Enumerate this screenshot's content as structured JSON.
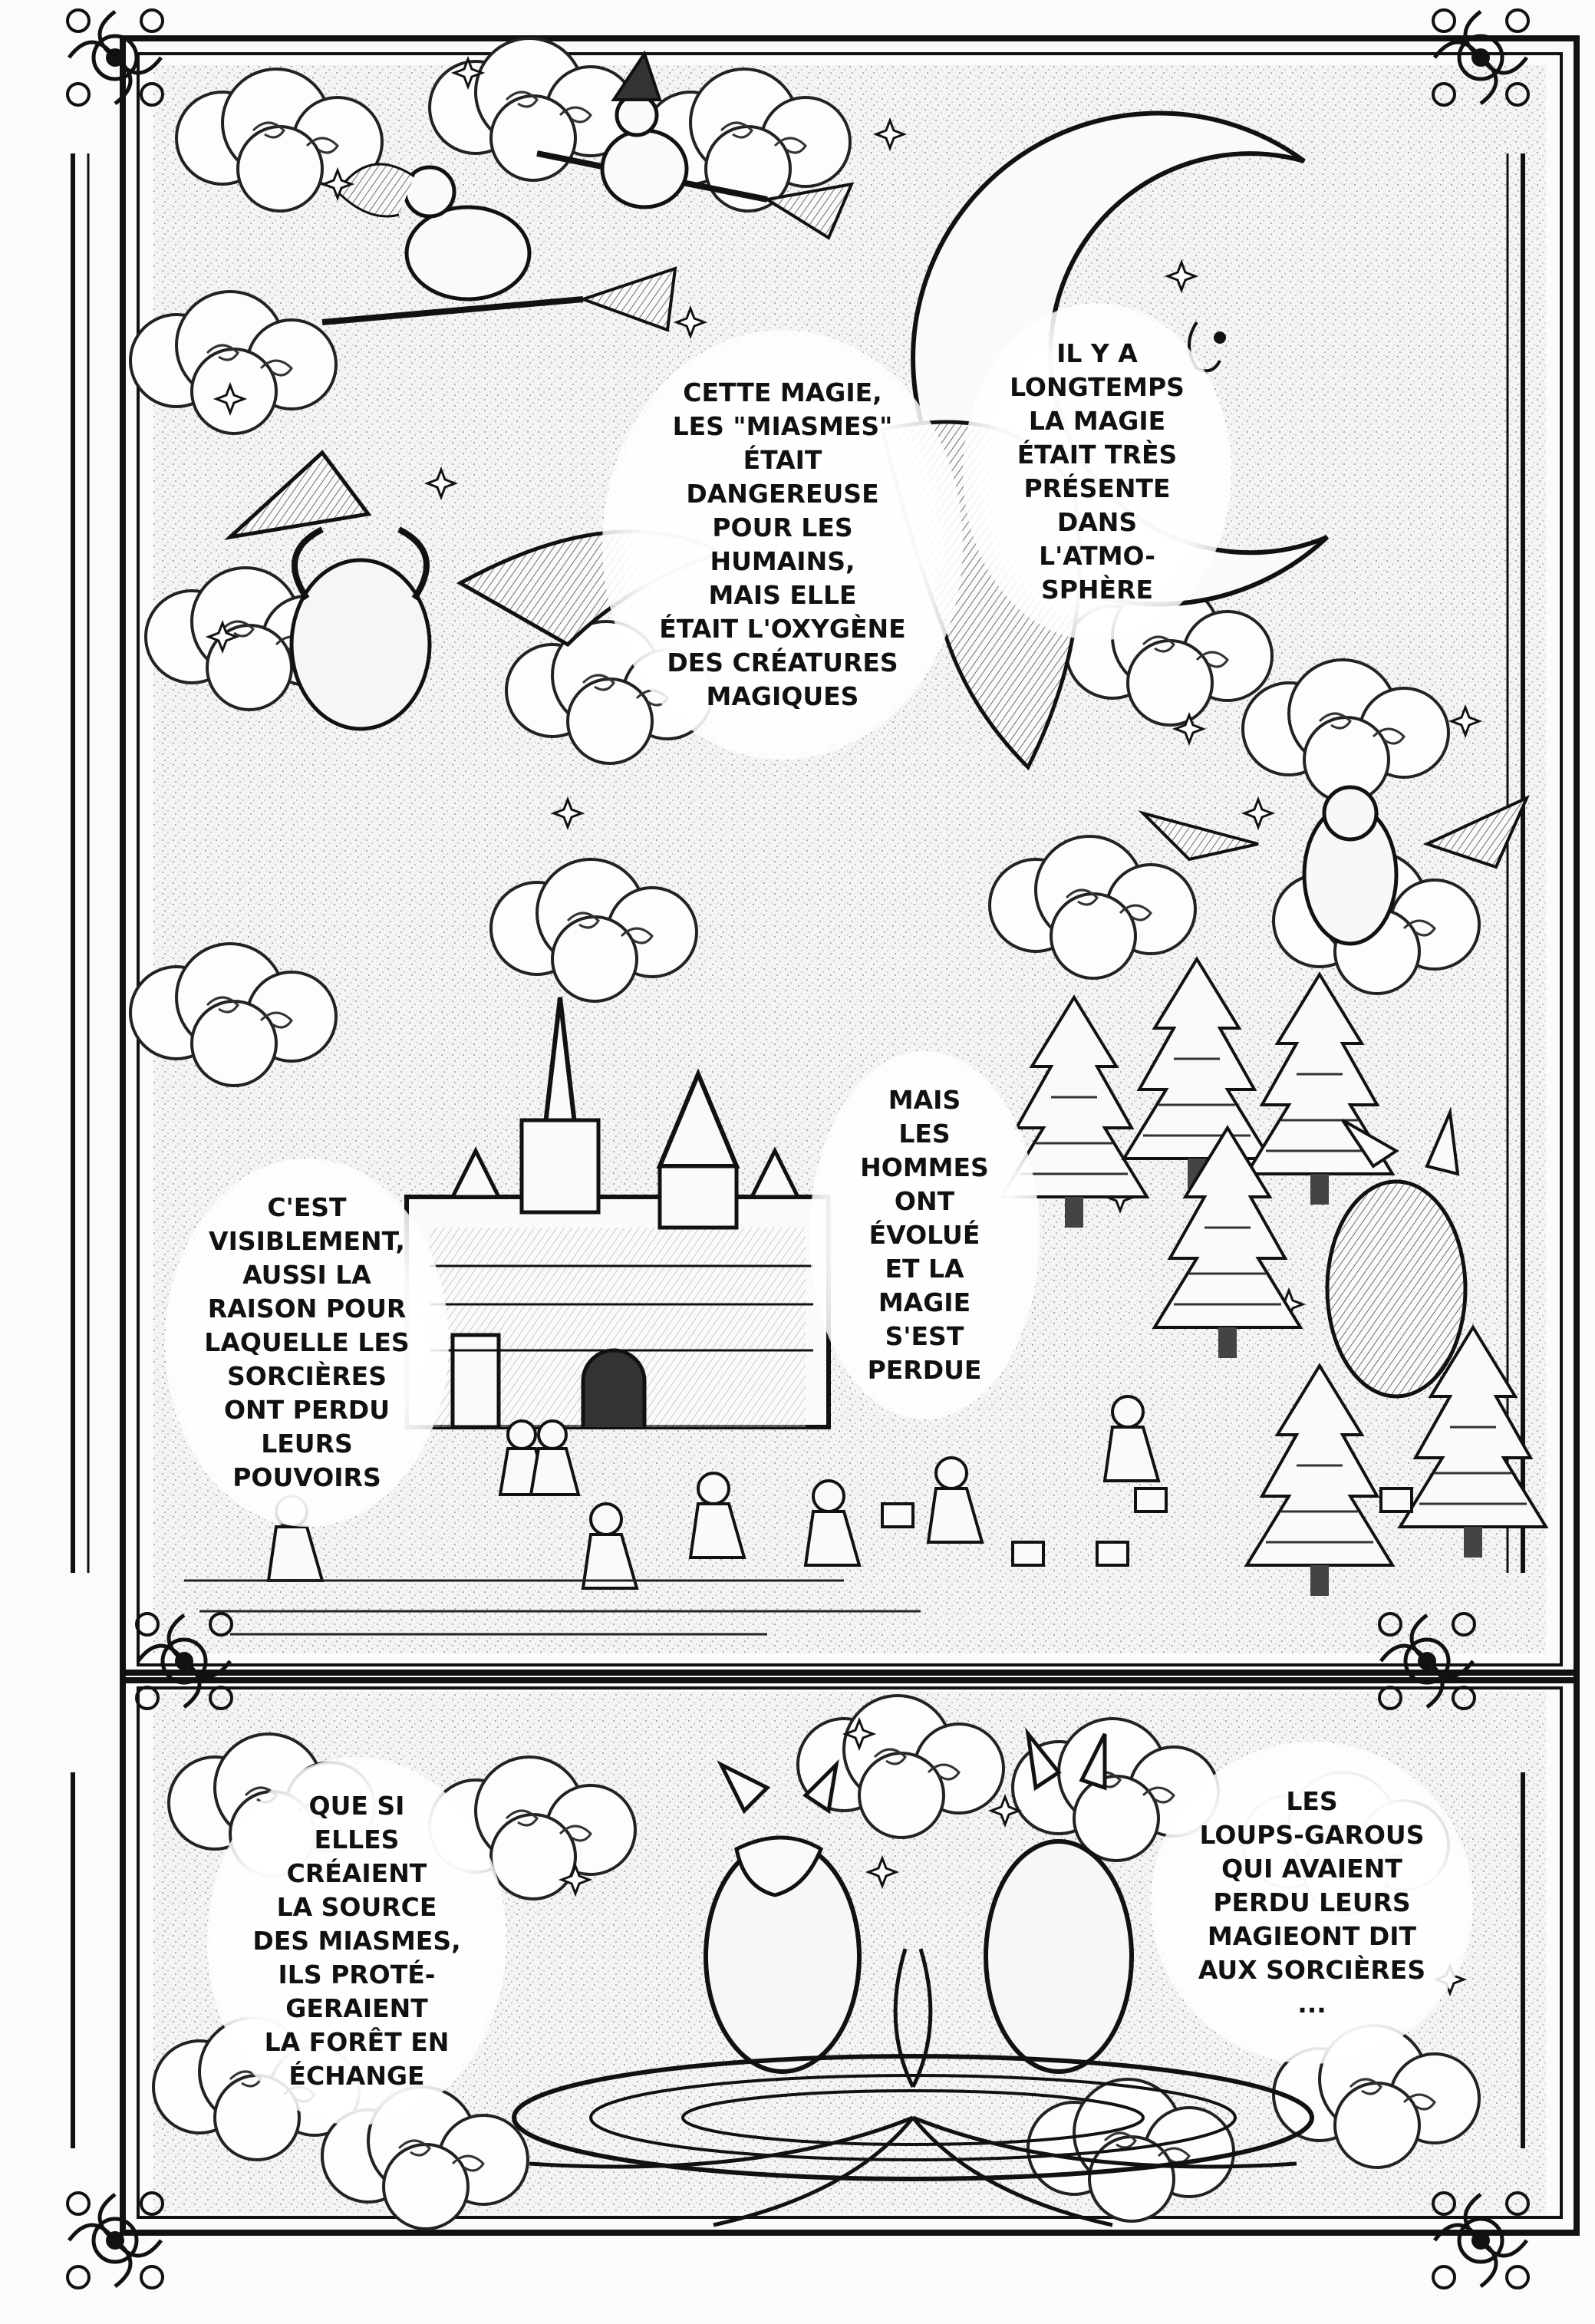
{
  "panel1": {
    "bubble_left": {
      "lines": [
        "CETTE MAGIE,",
        "LES \"MIASMES\"",
        "ÉTAIT",
        "DANGEREUSE",
        "POUR LES",
        "HUMAINS,",
        "MAIS ELLE",
        "ÉTAIT L'OXYGÈNE",
        "DES CRÉATURES",
        "MAGIQUES"
      ]
    },
    "bubble_right": {
      "lines": [
        "IL Y A",
        "LONGTEMPS",
        "LA MAGIE",
        "ÉTAIT TRÈS",
        "PRÉSENTE",
        "DANS",
        "L'ATMO-",
        "SPHÈRE"
      ]
    },
    "bubble_left_lower": {
      "lines": [
        "C'EST",
        "VISIBLEMENT,",
        "AUSSI LA",
        "RAISON POUR",
        "LAQUELLE LES",
        "SORCIÈRES",
        "ONT PERDU",
        "LEURS",
        "POUVOIRS"
      ]
    },
    "bubble_center_lower": {
      "lines": [
        "MAIS",
        "LES",
        "HOMMES",
        "ONT",
        "ÉVOLUÉ",
        "ET LA",
        "MAGIE",
        "S'EST",
        "PERDUE"
      ]
    }
  },
  "panel2": {
    "bubble_left": {
      "lines": [
        "QUE SI",
        "ELLES",
        "CRÉAIENT",
        "LA SOURCE",
        "DES MIASMES,",
        "ILS PROTÉ-",
        "GERAIENT",
        "LA FORÊT EN",
        "ÉCHANGE"
      ]
    },
    "bubble_right": {
      "lines": [
        "LES",
        "LOUPS-GAROUS",
        "QUI AVAIENT",
        "PERDU LEURS",
        "MAGIEONT DIT",
        "AUX SORCIÈRES",
        "..."
      ]
    }
  }
}
